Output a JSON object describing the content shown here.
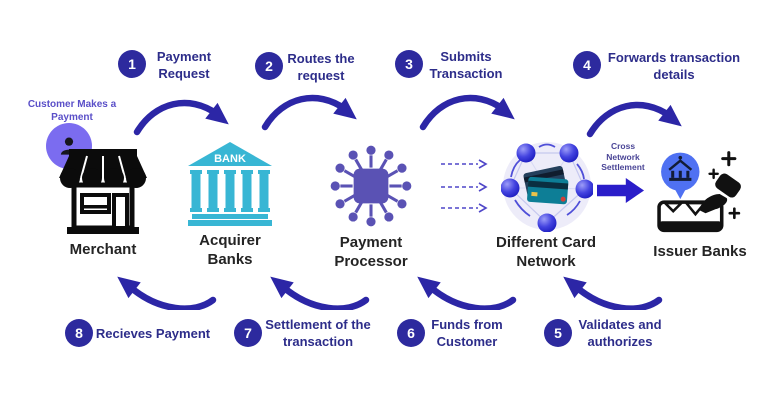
{
  "diagram": {
    "customer_note": "Customer Makes a Payment",
    "cross_network_label": "Cross Network Settlement"
  },
  "entities": {
    "merchant": {
      "label": "Merchant"
    },
    "acquirer": {
      "label": "Acquirer Banks",
      "sign_text": "BANK"
    },
    "processor": {
      "label": "Payment Processor"
    },
    "card_network": {
      "label": "Different Card Network"
    },
    "issuer": {
      "label": "Issuer Banks"
    }
  },
  "top_steps": [
    {
      "number": "1",
      "label": "Payment Request"
    },
    {
      "number": "2",
      "label": "Routes the request"
    },
    {
      "number": "3",
      "label": "Submits Transaction"
    },
    {
      "number": "4",
      "label": "Forwards transaction details"
    }
  ],
  "bottom_steps": [
    {
      "number": "8",
      "label": "Recieves Payment"
    },
    {
      "number": "7",
      "label": "Settlement of the transaction"
    },
    {
      "number": "6",
      "label": "Funds from Customer"
    },
    {
      "number": "5",
      "label": "Validates and authorizes"
    }
  ],
  "colors": {
    "flow_arrow": "#2c26a6",
    "step_circle": "#2d2a9e",
    "step_text": "#2d2d8a",
    "dashed_arrow": "#4f46c8",
    "customer_text": "#5a4fc8",
    "avatar_bg": "#7b6cf0",
    "bank_teal": "#38b6d4",
    "processor_purple": "#5a52b4",
    "cross_arrow": "#2a1dc9",
    "entity_label": "#242424"
  }
}
